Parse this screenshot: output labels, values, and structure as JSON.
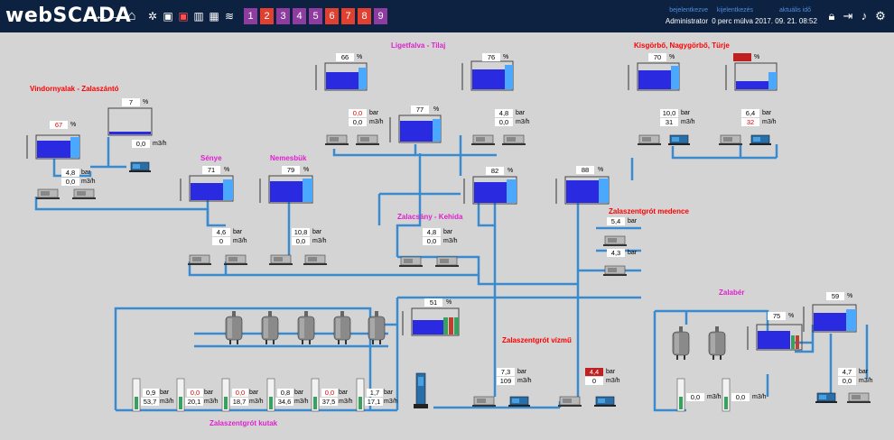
{
  "header": {
    "logo": "webSCADA",
    "nav_icons": [
      "arrow-left-icon",
      "arrow-right-icon",
      "home-icon",
      "network-icon",
      "image-icon",
      "alarm-image-icon",
      "chart-icon",
      "table-icon",
      "wifi-icon"
    ],
    "tabs": [
      {
        "label": "1",
        "color": "#8e3ca0"
      },
      {
        "label": "2",
        "color": "#e04030"
      },
      {
        "label": "3",
        "color": "#8e3ca0"
      },
      {
        "label": "4",
        "color": "#8e3ca0"
      },
      {
        "label": "5",
        "color": "#8e3ca0"
      },
      {
        "label": "6",
        "color": "#e04030"
      },
      {
        "label": "7",
        "color": "#e04030"
      },
      {
        "label": "8",
        "color": "#e04030"
      },
      {
        "label": "9",
        "color": "#8e3ca0"
      }
    ],
    "login_label": "bejelentkezve",
    "login_value": "Administrator",
    "logout_label": "kijelentkezés",
    "logout_value": "0 perc múlva",
    "time_label": "aktuális idő",
    "time_value": "2017. 09. 21. 08:52",
    "right_icons": [
      "lock-icon",
      "logout-icon",
      "sound-icon",
      "settings-icon"
    ]
  },
  "site_labels": {
    "ligetfalva": "Ligetfalva - Tilaj",
    "kisgorbo": "Kisgörbő, Nagygörbő, Türje",
    "vindornyalak": "Vindornyalak - Zalaszántó",
    "senye": "Sénye",
    "nemesbuk": "Nemesbük",
    "zalacsany": "Zalacsány - Kehida",
    "zalaszentgrot_medence": "Zalaszentgrót medence",
    "zalaber": "Zalabér",
    "zalaszentgrot_vizmu": "Zalaszentgrót vízmű",
    "zalaszentgrot_kutak": "Zalaszentgrót kutak"
  },
  "units": {
    "percent": "%",
    "bar": "bar",
    "flow": "m3/h"
  },
  "tanks": [
    {
      "id": "t1",
      "level": "66"
    },
    {
      "id": "t2",
      "level": "76"
    },
    {
      "id": "t3",
      "level": "77"
    },
    {
      "id": "t4",
      "level": "70"
    },
    {
      "id": "t5",
      "level": ""
    },
    {
      "id": "t6",
      "level": "7"
    },
    {
      "id": "t7",
      "level": "67"
    },
    {
      "id": "t8",
      "level": "71"
    },
    {
      "id": "t9",
      "level": "79"
    },
    {
      "id": "t10",
      "level": "82"
    },
    {
      "id": "t11",
      "level": "88"
    },
    {
      "id": "t12",
      "level": "51"
    },
    {
      "id": "t13",
      "level": "75"
    },
    {
      "id": "t14",
      "level": "59"
    }
  ],
  "readings": {
    "lig_a_bar": "0,0",
    "lig_a_flow": "0,0",
    "lig_b_bar": "4,8",
    "lig_b_flow": "0,0",
    "kis_a_bar": "10,0",
    "kis_a_flow": "31",
    "kis_b_bar": "6,4",
    "kis_b_flow": "32",
    "vin_flow": "0,0",
    "vin_bar": "4,8",
    "vin_flow2": "0,0",
    "sen_bar": "4,6",
    "sen_flow": "0",
    "nem_bar": "10,8",
    "nem_flow": "0,0",
    "zc_bar": "4,8",
    "zc_flow": "0,0",
    "med_a": "5,4",
    "med_b": "4,3",
    "vizmu_bar": "7,3",
    "vizmu_flow": "109",
    "vizmu2_bar": "4,4",
    "vizmu2_flow": "0",
    "zb_flow1": "0,0",
    "zb_flow2": "0,0",
    "zb_bar": "4,7",
    "zb_flow3": "0,0",
    "k1_bar": "0,9",
    "k1_flow": "53,7",
    "k2_bar": "0,0",
    "k2_flow": "20,1",
    "k3_bar": "0,0",
    "k3_flow": "18,7",
    "k4_bar": "0,8",
    "k4_flow": "34,6",
    "k5_bar": "0,0",
    "k5_flow": "37,5",
    "k6_bar": "1,7",
    "k6_flow": "17,1"
  }
}
